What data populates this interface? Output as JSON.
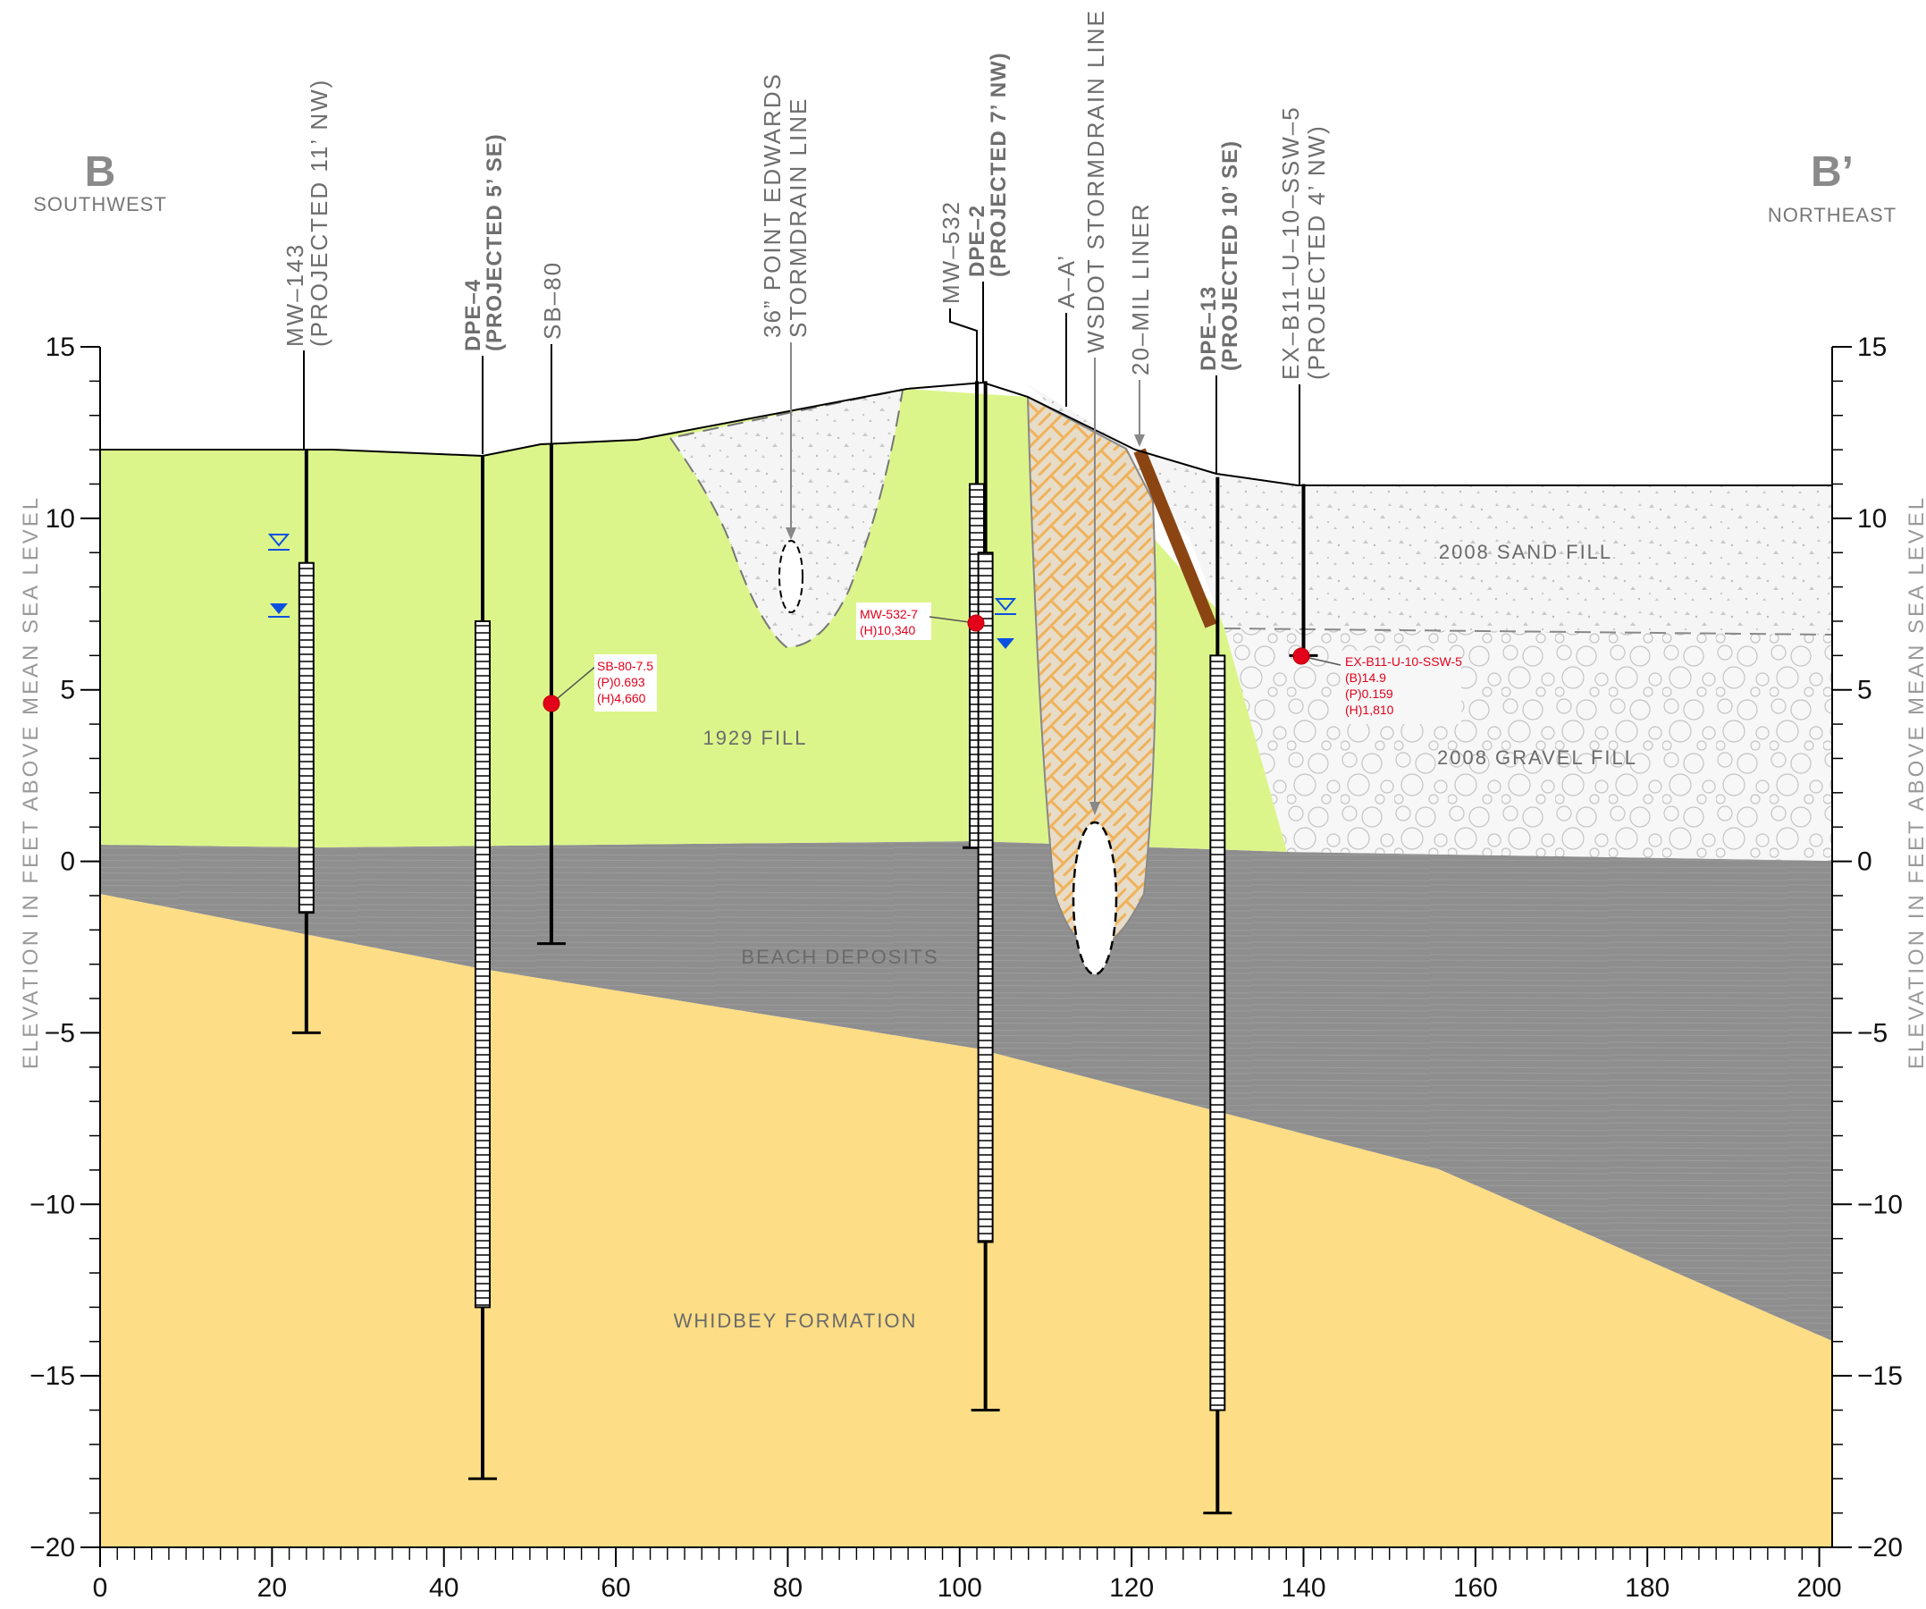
{
  "header": {
    "left_letter": "B",
    "left_direction": "SOUTHWEST",
    "right_letter": "B’",
    "right_direction": "NORTHEAST"
  },
  "axes": {
    "y_label": "ELEVATION IN FEET ABOVE MEAN SEA LEVEL",
    "y_ticks": [
      "15",
      "10",
      "5",
      "0",
      "−5",
      "−10",
      "−15",
      "−20"
    ],
    "x_ticks": [
      "0",
      "20",
      "40",
      "60",
      "80",
      "100",
      "120",
      "140",
      "160",
      "180",
      "200"
    ]
  },
  "layers": {
    "fill_1929": "1929 FILL",
    "beach_deposits": "BEACH DEPOSITS",
    "whidbey_formation": "WHIDBEY FORMATION",
    "sand_fill_2008": "2008 SAND FILL",
    "gravel_fill_2008": "2008 GRAVEL FILL"
  },
  "callouts": {
    "mw143_name": "MW–143",
    "mw143_note": "(PROJECTED 11’ NW)",
    "dpe4_name": "DPE–4",
    "dpe4_note": "(PROJECTED 5’ SE)",
    "sb80_name": "SB–80",
    "stormdrain36_line1": "36” POINT EDWARDS",
    "stormdrain36_line2": "STORMDRAIN LINE",
    "mw532_name": "MW–532",
    "dpe2_name": "DPE–2",
    "dpe2_note": "(PROJECTED 7’ NW)",
    "section_aa": "A–A’",
    "wsdot_line": "WSDOT STORMDRAIN LINE",
    "liner": "20–MIL LINER",
    "dpe13_name": "DPE–13",
    "dpe13_note": "(PROJECTED 10’ SE)",
    "exb11_name": "EX–B11–U–10–SSW–5",
    "exb11_note": "(PROJECTED 4’ NW)"
  },
  "samples": {
    "sb80": {
      "id": "SB-80-7.5",
      "p": "(P)0.693",
      "h": "(H)4,660"
    },
    "mw532": {
      "id": "MW-532-7",
      "h": "(H)10,340"
    },
    "exb11": {
      "id": "EX-B11-U-10-SSW-5",
      "b": "(B)14.9",
      "p": "(P)0.159",
      "h": "(H)1,810"
    }
  },
  "colors": {
    "fill_1929": "#dcf58b",
    "beach": "#8e8e8e",
    "whidbey": "#fddd86",
    "sand": "#f4f4f4",
    "liner": "#8b4513",
    "sample_dot": "#e3001b",
    "water_marker": "#0a50e0"
  }
}
